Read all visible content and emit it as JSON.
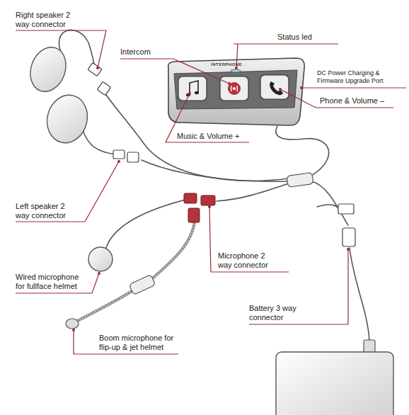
{
  "diagram": {
    "labels": [
      "Right speaker 2 way connector",
      "Status led",
      "Intercom",
      "DC Power Charging & Firmware Upgrade Port",
      "Phone & Volume –",
      "Music & Volume +",
      "Left speaker 2 way connector",
      "Microphone 2 way connector",
      "Wired microphone for fullface helmet",
      "Boom microphone for flip-up & jet helmet",
      "Battery 3 way connector",
      "INTERPHONE"
    ]
  }
}
